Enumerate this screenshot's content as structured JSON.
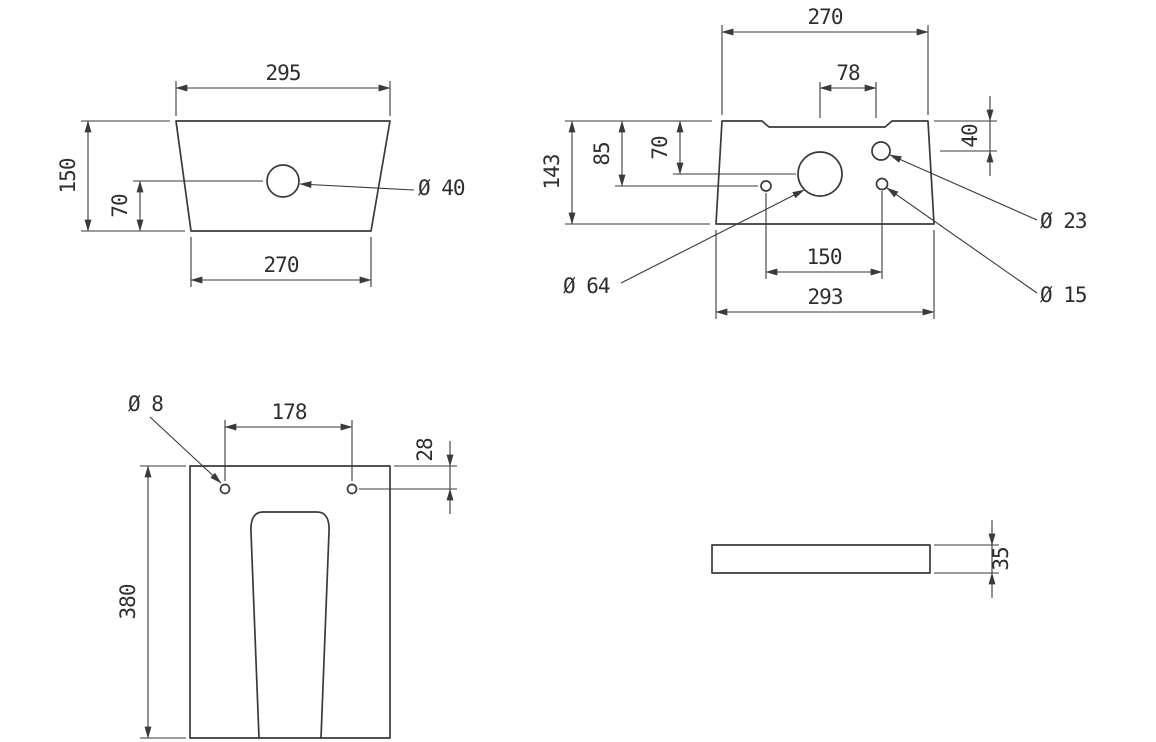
{
  "drawing": {
    "front_view": {
      "dim_top_width": "295",
      "dim_height": "150",
      "dim_hole_to_bottom": "70",
      "dim_bottom_width": "270",
      "hole_label": "Ø 40"
    },
    "plan_view": {
      "dim_top_width": "270",
      "dim_recess_width": "78",
      "dim_total_height": "143",
      "dim_small_hole_offset": "85",
      "dim_large_hole_offset": "70",
      "dim_right_hole_offset": "40",
      "dim_holes_span": "150",
      "dim_bottom_width": "293",
      "large_hole_label": "Ø 64",
      "hole23_label": "Ø 23",
      "hole15_label": "Ø 15"
    },
    "pan_view": {
      "hole_label": "Ø 8",
      "dim_holes_span": "178",
      "dim_hole_offset": "28",
      "dim_depth": "380"
    },
    "slab_view": {
      "dim_thickness": "35"
    }
  }
}
